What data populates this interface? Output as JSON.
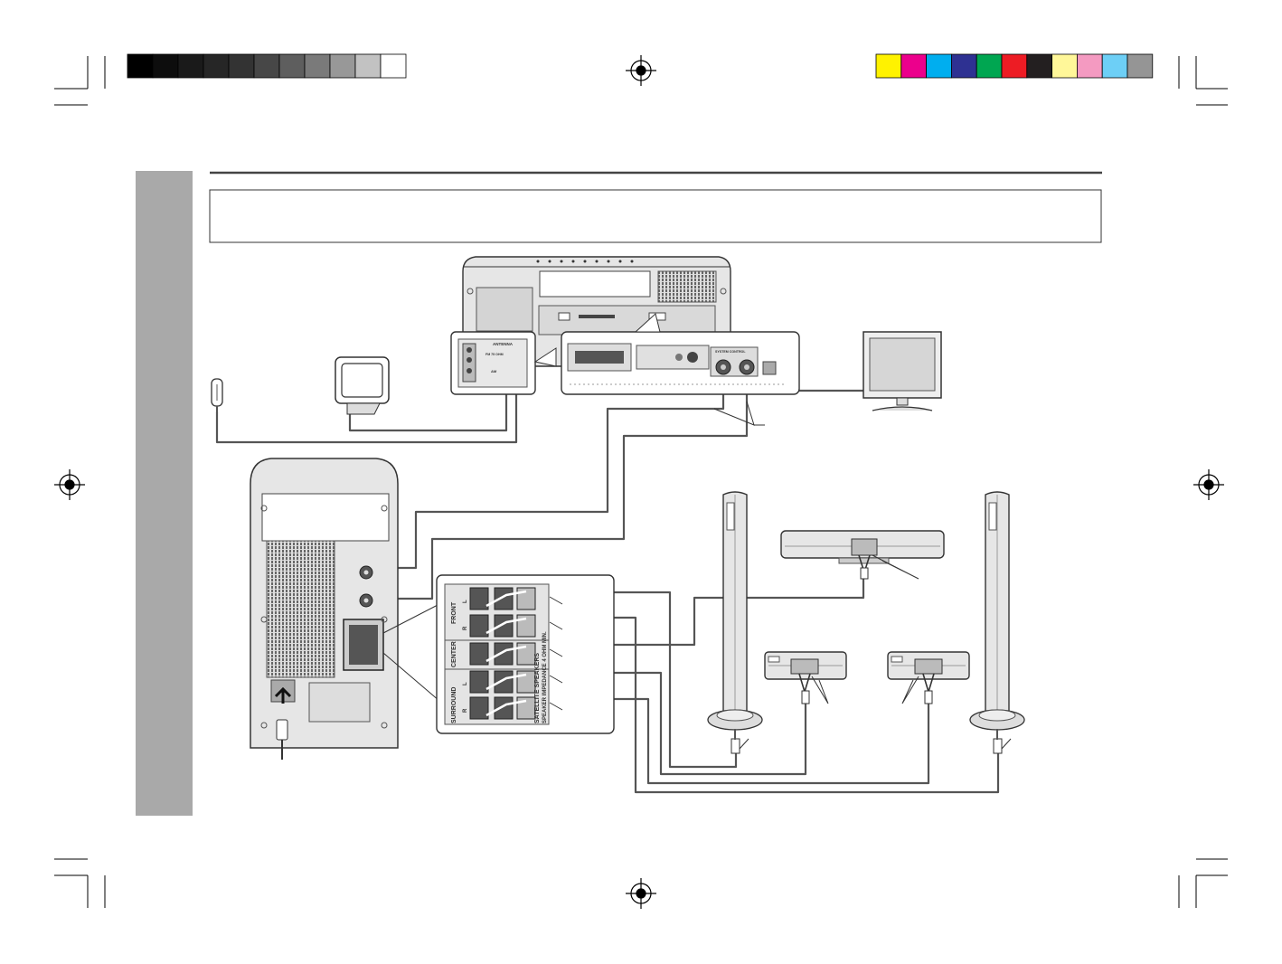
{
  "colors": {
    "gray_bars": [
      "#000000",
      "#0d0d0d",
      "#1a1a1a",
      "#262626",
      "#333333",
      "#474747",
      "#5e5e5e",
      "#7a7a7a",
      "#989898",
      "#c2c2c2",
      "#ffffff"
    ],
    "color_bars": [
      "#fff200",
      "#ec008c",
      "#00aeef",
      "#2e3192",
      "#00a651",
      "#ed1c24",
      "#231f20",
      "#fff799",
      "#f49ac1",
      "#6dcff6",
      "#959595"
    ],
    "sidebar": "#a9a9a9",
    "cable": "#555555",
    "device_fill": "#e6e6e6"
  },
  "speaker_terminals": {
    "groups": [
      {
        "name": "FRONT",
        "channels": [
          "L",
          "R"
        ]
      },
      {
        "name": "CENTER",
        "channels": [
          ""
        ]
      },
      {
        "name": "SURROUND",
        "channels": [
          "L",
          "R"
        ]
      }
    ],
    "side_text": [
      "SATELLITE SPEAKERS",
      "SPEAKER IMPEDANCE 4 OHM MIN."
    ]
  },
  "main_unit_labels": {
    "antenna": "ANTENNA",
    "fm": "FM 75 OHM",
    "am": "AM",
    "system_control": "SYSTEM CONTROL"
  }
}
